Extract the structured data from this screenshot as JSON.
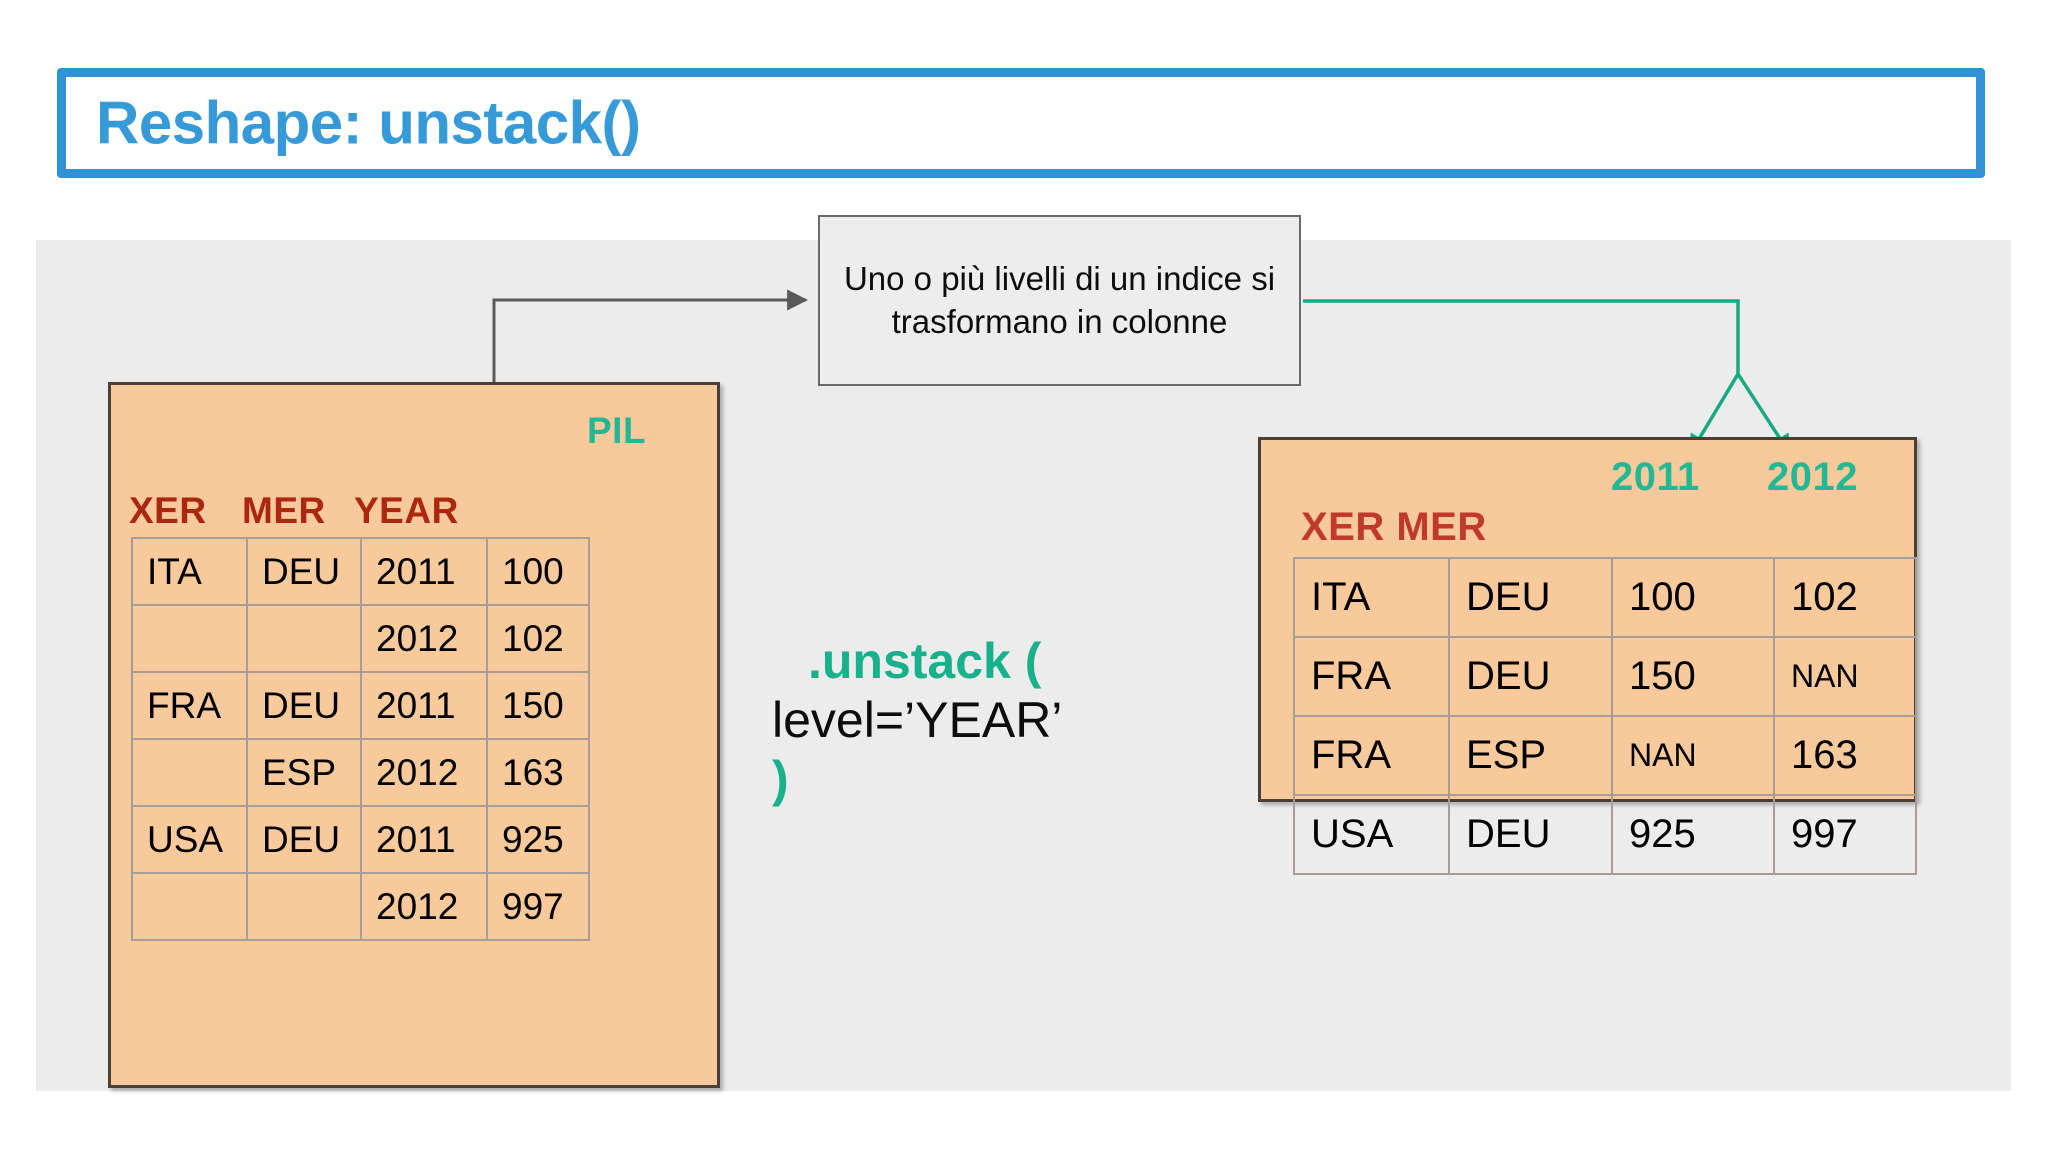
{
  "slide": {
    "title": "Reshape: unstack()",
    "accent_blue": "#3699d8",
    "panel_bg": "#ececec",
    "table_bg": "#f8c99b",
    "index_label_color": "#ab2710",
    "column_label_color": "#22b894"
  },
  "callout": {
    "text": "Uno o più livelli di un indice si trasformano in colonne"
  },
  "code": {
    "fn": ".unstack (",
    "arg": "level=’YEAR’",
    "close": ")"
  },
  "left_table": {
    "corner_label": "PIL",
    "index_labels": [
      "XER",
      "MER",
      "YEAR"
    ],
    "rows": [
      [
        "ITA",
        "DEU",
        "2011",
        "100"
      ],
      [
        "",
        "",
        "2012",
        "102"
      ],
      [
        "FRA",
        "DEU",
        "2011",
        "150"
      ],
      [
        "",
        "ESP",
        "2012",
        "163"
      ],
      [
        "USA",
        "DEU",
        "2011",
        "925"
      ],
      [
        "",
        "",
        "2012",
        "997"
      ]
    ]
  },
  "right_table": {
    "index_labels": "XER MER",
    "column_labels": [
      "2011",
      "2012"
    ],
    "rows": [
      [
        "ITA",
        "DEU",
        "100",
        "102"
      ],
      [
        "FRA",
        "DEU",
        "150",
        "NAN"
      ],
      [
        "FRA",
        "ESP",
        "NAN",
        "163"
      ],
      [
        "USA",
        "DEU",
        "925",
        "997"
      ]
    ]
  },
  "connectors": {
    "source_arrow_color": "#5a5a5a",
    "target_arrow_color": "#17a97f"
  }
}
